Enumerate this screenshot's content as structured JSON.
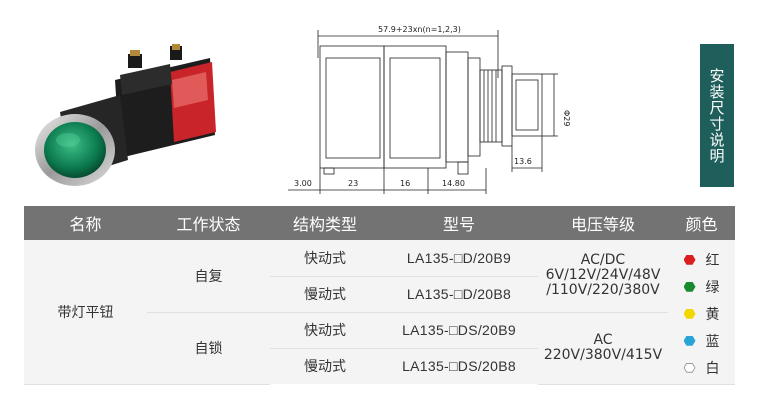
{
  "side_tab": {
    "label": "安装尺寸说明"
  },
  "drawing": {
    "overall_dim": "57.9+23xn(n=1,2,3)",
    "diameter": "Φ29",
    "depth": "13.6",
    "bottom_dims": [
      "3.00",
      "23",
      "16",
      "14.80"
    ]
  },
  "table": {
    "headers": [
      "名称",
      "工作状态",
      "结构类型",
      "型号",
      "电压等级",
      "颜色"
    ],
    "name": "带灯平钮",
    "states": [
      "自复",
      "自锁"
    ],
    "structures": [
      "快动式",
      "慢动式",
      "快动式",
      "慢动式"
    ],
    "models": [
      "LA135-□D/20B9",
      "LA135-□D/20B8",
      "LA135-□DS/20B9",
      "LA135-□DS/20B8"
    ],
    "voltage_1": [
      "AC/DC",
      "6V/12V/24V/48V",
      "/110V/220/380V"
    ],
    "voltage_2": [
      "AC",
      "220V/380V/415V"
    ],
    "colors": [
      {
        "label": "红",
        "hex": "#d81e1e"
      },
      {
        "label": "绿",
        "hex": "#1a8a2e"
      },
      {
        "label": "黄",
        "hex": "#f2d600"
      },
      {
        "label": "蓝",
        "hex": "#2aa3d8"
      },
      {
        "label": "白",
        "hex": "#ffffff"
      }
    ]
  }
}
